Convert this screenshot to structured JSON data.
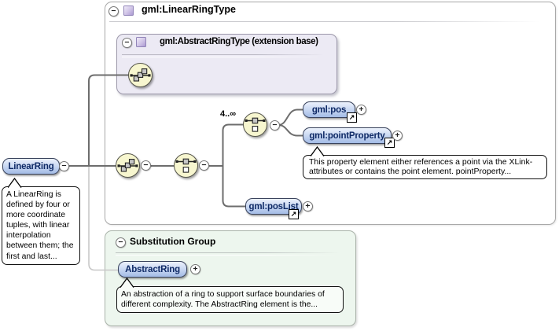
{
  "type_box": {
    "title": "gml:LinearRingType"
  },
  "base_box": {
    "title": "gml:AbstractRingType (extension base)"
  },
  "root": {
    "label": "LinearRing",
    "annotation": "A LinearRing is defined by four or more coordinate tuples, with linear interpolation between them; the first and last..."
  },
  "occurrence": "4..∞",
  "children": {
    "pos": {
      "label": "gml:pos"
    },
    "point_property": {
      "label": "gml:pointProperty",
      "annotation": "This property element either references a point via the XLink-attributes or contains the point element. pointProperty..."
    },
    "pos_list": {
      "label": "gml:posList"
    }
  },
  "substitution": {
    "title": "Substitution Group",
    "element": "AbstractRing",
    "annotation": "An abstraction of a ring to support surface boundaries of different complexity. The AbstractRing element is the..."
  },
  "controls": {
    "collapse": "−",
    "expand": "+"
  },
  "icons": {
    "reference": "↗",
    "sequence": "sequence-compositor",
    "choice": "choice-compositor",
    "complex_type": "complex-type-square"
  },
  "colors": {
    "element_fill_top": "#ecf1fc",
    "element_fill_bottom": "#a3bbe6",
    "element_border": "#39435c",
    "element_text": "#0f2a66",
    "compositor_fill": "#F7F6CF",
    "type_box_fill": "#ECEAF4",
    "substitution_box_fill": "#EDF6EE",
    "line_dark": "#6d6d6d",
    "line_light": "#c8c8c8"
  }
}
